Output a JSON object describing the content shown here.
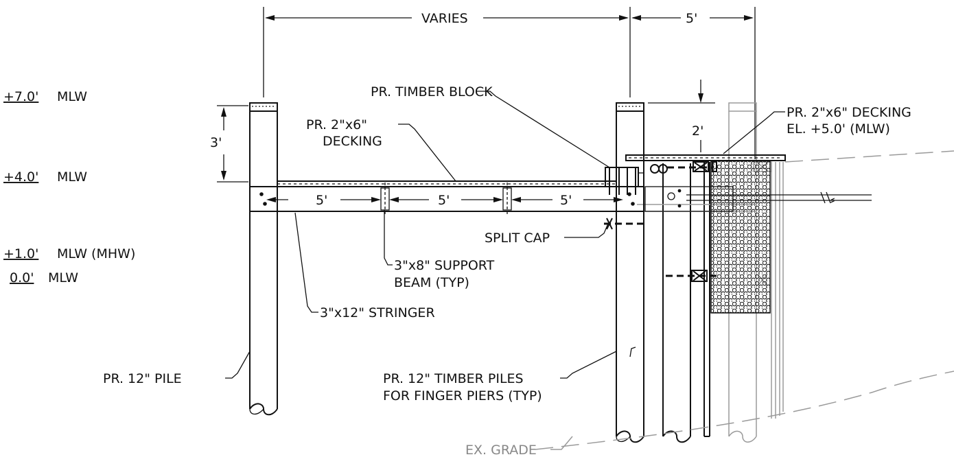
{
  "dimensions": {
    "varies": "VARIES",
    "five_ft_top": "5'",
    "three_ft": "3'",
    "two_ft": "2'",
    "span_1": "5'",
    "span_2": "5'",
    "span_3": "5'"
  },
  "elevations": {
    "plus7": {
      "value": "+7.0'",
      "datum": "MLW"
    },
    "plus4": {
      "value": "+4.0'",
      "datum": "MLW"
    },
    "plus1": {
      "value": "+1.0'",
      "datum": "MLW (MHW)"
    },
    "zero": {
      "value": "0.0'",
      "datum": "MLW"
    }
  },
  "labels": {
    "timber_block": "PR. TIMBER BLOCK",
    "decking_left_l1": "PR. 2\"x6\"",
    "decking_left_l2": "DECKING",
    "decking_right_l1": "PR. 2\"x6\" DECKING",
    "decking_right_l2": "EL. +5.0' (MLW)",
    "split_cap": "SPLIT CAP",
    "support_beam_l1": "3\"x8\" SUPPORT",
    "support_beam_l2": "BEAM (TYP)",
    "stringer": "3\"x12\" STRINGER",
    "pile": "PR. 12\" PILE",
    "timber_piles_l1": "PR. 12\" TIMBER PILES",
    "timber_piles_l2": "FOR FINGER PIERS (TYP)",
    "ex_grade": "EX. GRADE"
  },
  "colors": {
    "line": "#111111",
    "existing": "#9a9a9a"
  }
}
